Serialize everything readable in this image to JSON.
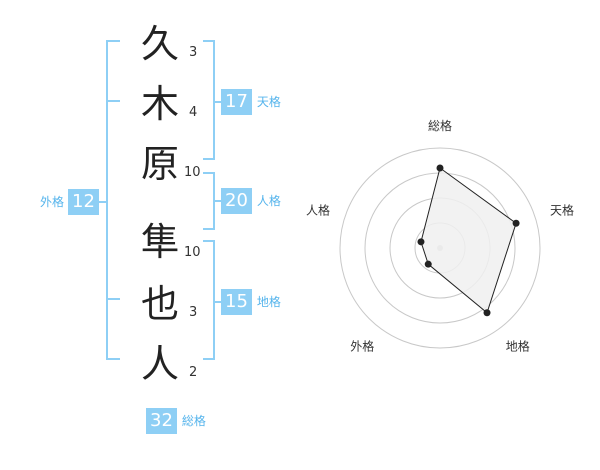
{
  "name": {
    "characters": [
      {
        "char": "久",
        "strokes": "3"
      },
      {
        "char": "木",
        "strokes": "4"
      },
      {
        "char": "原",
        "strokes": "10"
      },
      {
        "char": "隼",
        "strokes": "10"
      },
      {
        "char": "也",
        "strokes": "3"
      },
      {
        "char": "人",
        "strokes": "2"
      }
    ]
  },
  "fortune": {
    "tenkaku": {
      "label": "天格",
      "value": "17"
    },
    "jinkaku": {
      "label": "人格",
      "value": "20"
    },
    "chikaku": {
      "label": "地格",
      "value": "15"
    },
    "gaikaku": {
      "label": "外格",
      "value": "12"
    },
    "soukaku": {
      "label": "総格",
      "value": "32"
    }
  },
  "chart_data": {
    "type": "radar",
    "axes": [
      "総格",
      "天格",
      "地格",
      "外格",
      "人格"
    ],
    "values": [
      4,
      4,
      4,
      1,
      1
    ],
    "max": 5,
    "rings": 4,
    "colors": {
      "fill": "#f0f0f0",
      "stroke": "#222222",
      "grid": "#c8c8c8",
      "center": "#c8c8c8"
    }
  }
}
